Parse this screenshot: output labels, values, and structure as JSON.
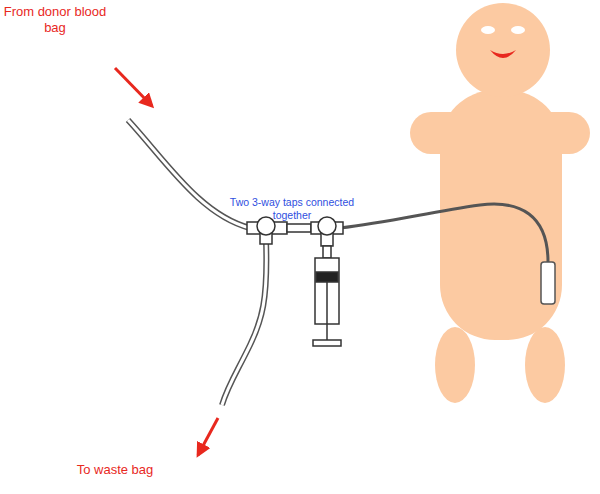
{
  "diagram": {
    "labels": [
      "From donor blood bag",
      "Two 3-way taps connected together",
      "To waste bag"
    ]
  }
}
